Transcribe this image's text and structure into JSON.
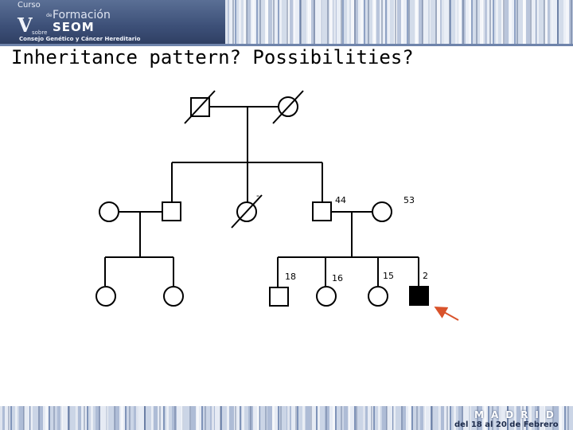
{
  "header": {
    "logo": {
      "curso": "Curso",
      "de": "de",
      "formacion": "Formación",
      "edition": "V",
      "org": "SEOM",
      "sobre": "sobre",
      "topic": "Consejo Genético y Cáncer Hereditario"
    }
  },
  "slide": {
    "title": "Inheritance pattern? Possibilities?"
  },
  "pedigree": {
    "labels": {
      "dash": "-",
      "age_44": "44",
      "age_53": "53",
      "age_18": "18",
      "age_16": "16",
      "age_15": "15",
      "age_2": "2"
    },
    "arrow_color": "#d9532b"
  },
  "footer": {
    "city": "MADRID",
    "dates": "del 18 al 20 de Febrero"
  },
  "colors": {
    "accent": "#3d5078",
    "affected": "#000000"
  }
}
